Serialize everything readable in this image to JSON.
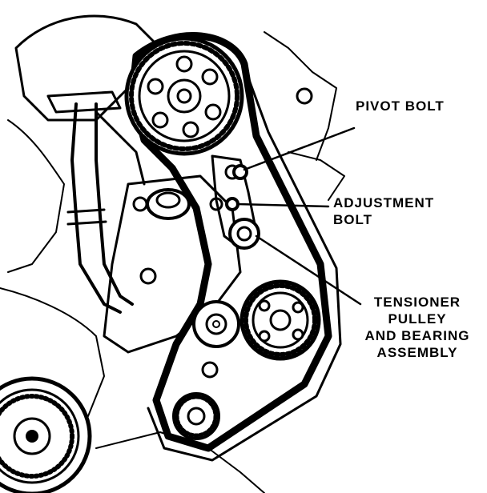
{
  "labels": {
    "pivot_bolt": "PIVOT BOLT",
    "adjustment_bolt": [
      "ADJUSTMENT",
      "BOLT"
    ],
    "tensioner": [
      "TENSIONER",
      "PULLEY",
      "AND BEARING",
      "ASSEMBLY"
    ]
  },
  "colors": {
    "ink": "#000000",
    "paper": "#ffffff"
  }
}
